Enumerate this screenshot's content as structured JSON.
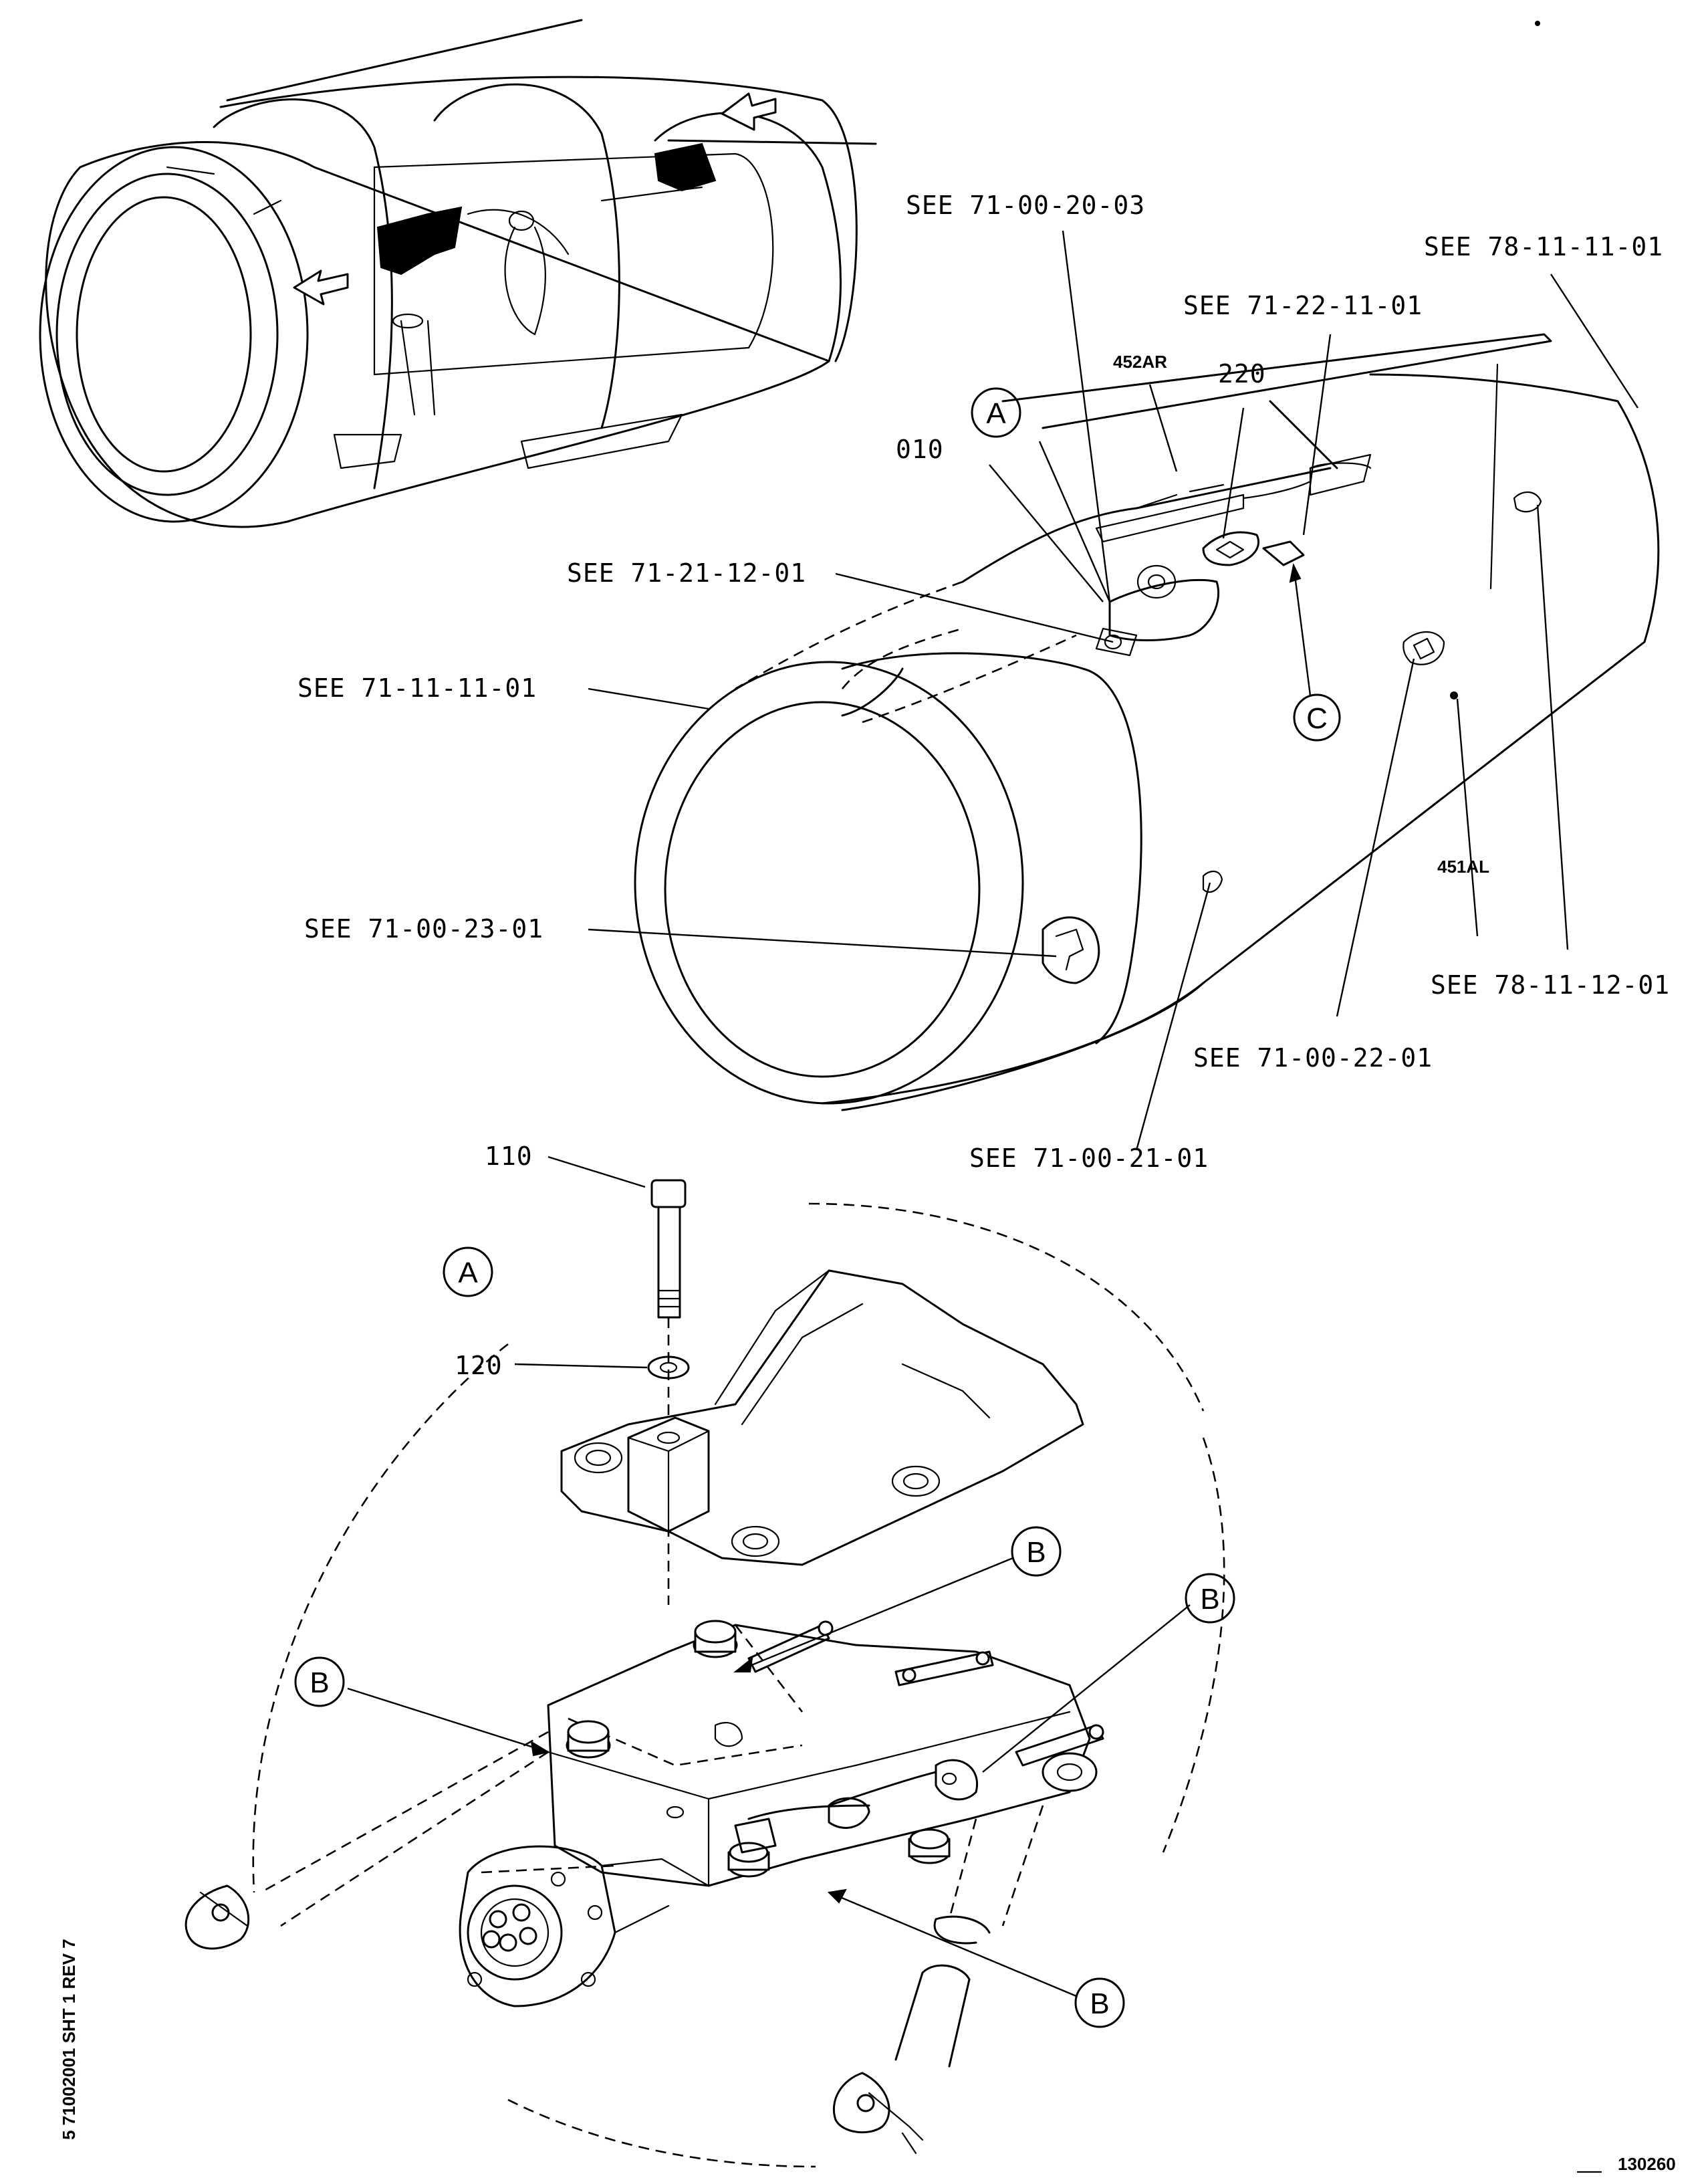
{
  "references": {
    "see_71_00_20_03": "SEE 71-00-20-03",
    "see_78_11_11_01": "SEE 78-11-11-01",
    "see_71_22_11_01": "SEE 71-22-11-01",
    "see_71_21_12_01": "SEE 71-21-12-01",
    "see_71_11_11_01": "SEE 71-11-11-01",
    "see_71_00_23_01": "SEE 71-00-23-01",
    "see_78_11_12_01": "SEE 78-11-12-01",
    "see_71_00_22_01": "SEE 71-00-22-01",
    "see_71_00_21_01": "SEE 71-00-21-01"
  },
  "part_numbers": {
    "p010": "010",
    "p220": "220",
    "p110": "110",
    "p120": "120"
  },
  "zones": {
    "z452ar": "452AR",
    "z451al": "451AL"
  },
  "detail_callouts": {
    "a": "A",
    "b": "B",
    "c": "C"
  },
  "sheet_reference": "5 71002001 SHT 1 REV 7",
  "figure_id": "130260"
}
